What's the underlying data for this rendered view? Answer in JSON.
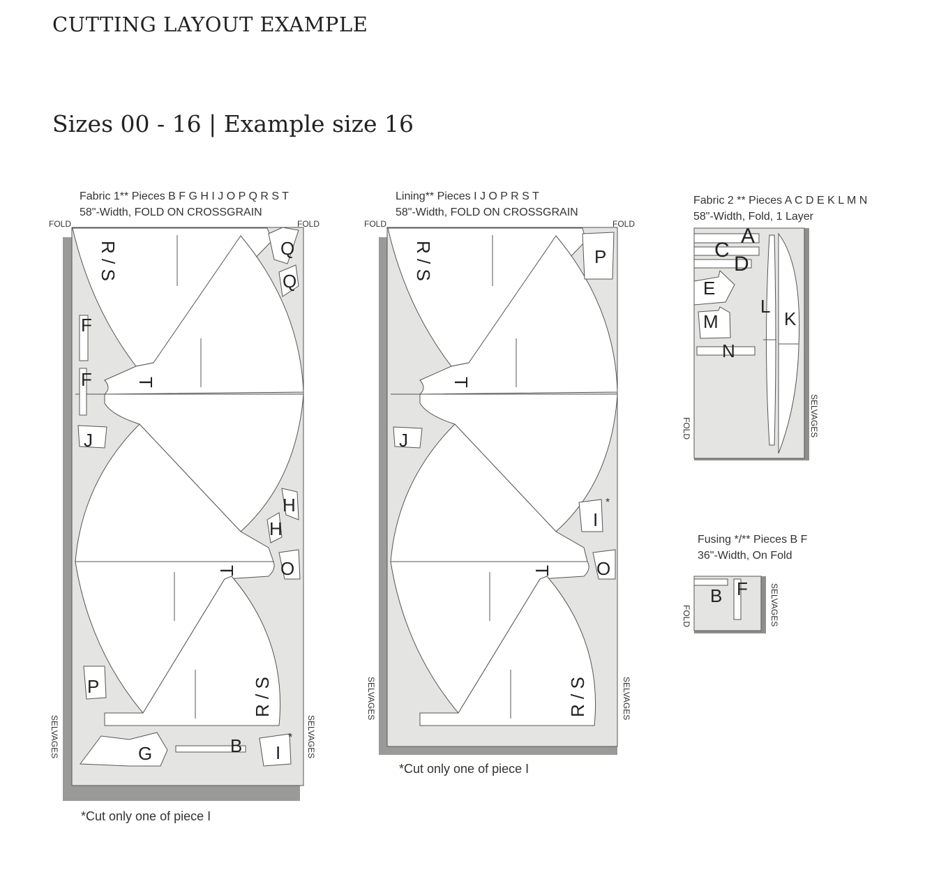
{
  "title": "CUTTING LAYOUT EXAMPLE",
  "subtitle": "Sizes 00 - 16 | Example size 16",
  "colors": {
    "fabric": "#e4e4e2",
    "shadow": "#9a9a98",
    "piece": "#ffffff",
    "outline": "#555555"
  },
  "edge_labels": {
    "fold": "FOLD",
    "selvages": "SELVAGES"
  },
  "fabric1": {
    "line1": "Fabric 1**  Pieces B F G H I J O P Q R S T",
    "line2": "58\"-Width, FOLD ON CROSSGRAIN",
    "pieces": {
      "rs_top": "R / S",
      "rs_bottom": "R / S",
      "t_top": "T",
      "t_bottom": "T",
      "q1": "Q",
      "q2": "Q",
      "f1": "F",
      "f2": "F",
      "j": "J",
      "h1": "H",
      "h2": "H",
      "o": "O",
      "p": "P",
      "g": "G",
      "b": "B",
      "i": "I",
      "star": "*"
    },
    "note": "*Cut only one of piece I"
  },
  "lining": {
    "line1": "Lining**  Pieces I J O P R S T",
    "line2": "58\"-Width, FOLD ON CROSSGRAIN",
    "pieces": {
      "rs_top": "R / S",
      "rs_bottom": "R / S",
      "t_top": "T",
      "t_bottom": "T",
      "p": "P",
      "j": "J",
      "i": "I",
      "o": "O",
      "star": "*"
    },
    "note": "*Cut only one of piece I"
  },
  "fabric2": {
    "line1": "Fabric 2 **  Pieces  A C D E K L M N",
    "line2": "58\"-Width, Fold, 1 Layer",
    "pieces": {
      "a": "A",
      "c": "C",
      "d": "D",
      "e": "E",
      "m": "M",
      "n": "N",
      "l": "L",
      "k": "K"
    }
  },
  "fusing": {
    "line1": "Fusing */**  Pieces B F",
    "line2": "36\"-Width, On Fold",
    "pieces": {
      "b": "B",
      "f": "F"
    }
  }
}
